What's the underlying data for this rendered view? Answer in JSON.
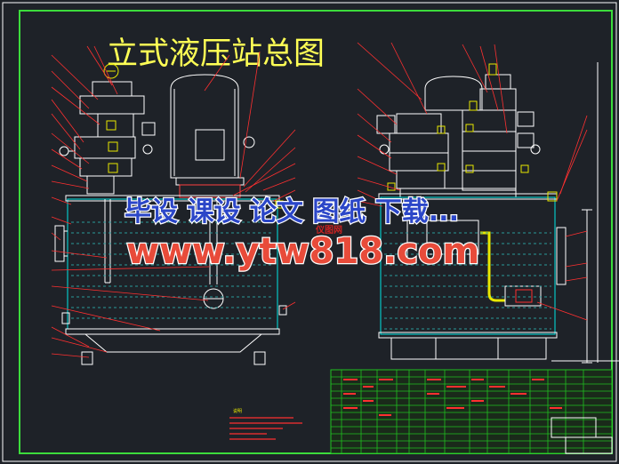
{
  "drawing": {
    "title": "立式液压站总图",
    "colors": {
      "background": "#1e2228",
      "frame": "#3cdc3c",
      "outline": "#ffffff",
      "leader": "#ff3030",
      "tank_line": "#00e5e5",
      "fluid_hatch": "#2a9a9a",
      "title_text": "#ffff55",
      "component_yellow": "#e8e800",
      "table_green": "#20c020"
    }
  },
  "watermark": {
    "line1": "毕设 课设 论文 图纸 下载...",
    "line2": "www.ytw818.com",
    "logo_text": "仪图网",
    "line1_color": "#2b46c8",
    "line2_color": "#e84b3a"
  },
  "notes": {
    "heading": "说明"
  }
}
